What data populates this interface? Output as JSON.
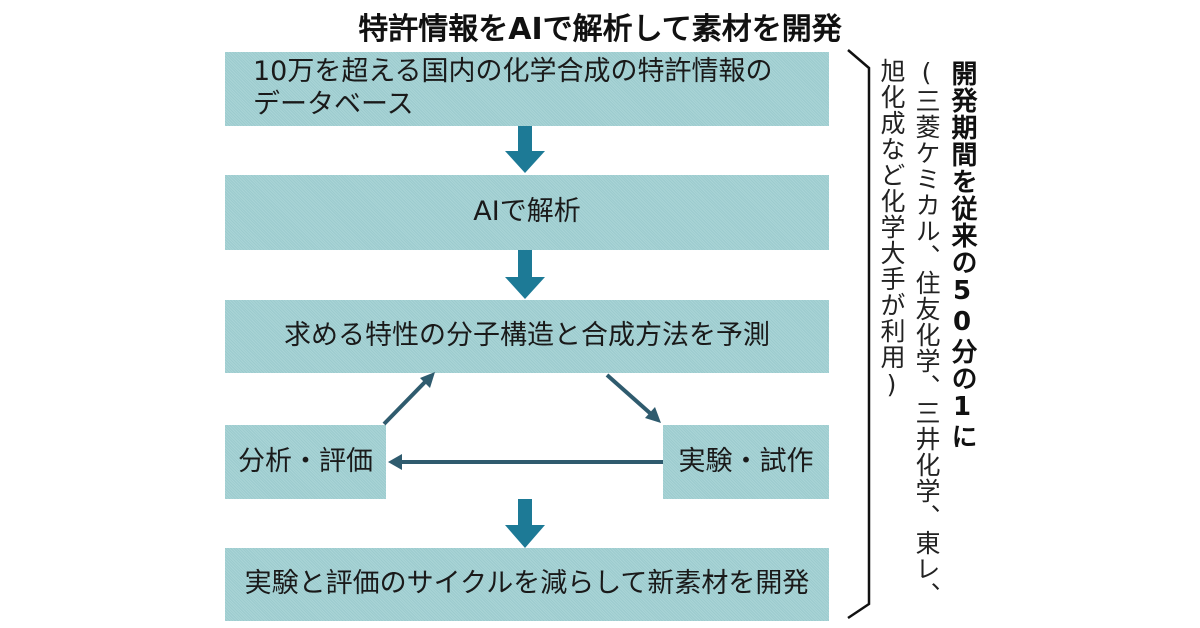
{
  "title": "特許情報をAIで解析して素材を開発",
  "flow": {
    "database": {
      "line1": "10万を超える国内の化学合成の特許情報の",
      "line2": "データベース"
    },
    "ai_analysis": "AIで解析",
    "predict": "求める特性の分子構造と合成方法を予測",
    "cycle": {
      "analysis_evaluation": "分析・評価",
      "experiment_prototype": "実験・試作"
    },
    "develop": "実験と評価のサイクルを減らして新素材を開発"
  },
  "side_note": {
    "headline": "開発期間を従来の50分の1に",
    "users_line1": "(三菱ケミカル、住友化学、三井化学、東レ、",
    "users_line2": "旭化成など化学大手が利用)"
  },
  "colors": {
    "box_fill": "#9fcfd2",
    "arrow_down": "#1d7a96",
    "arrow_cycle": "#2f5b6e",
    "bracket": "#111111"
  }
}
